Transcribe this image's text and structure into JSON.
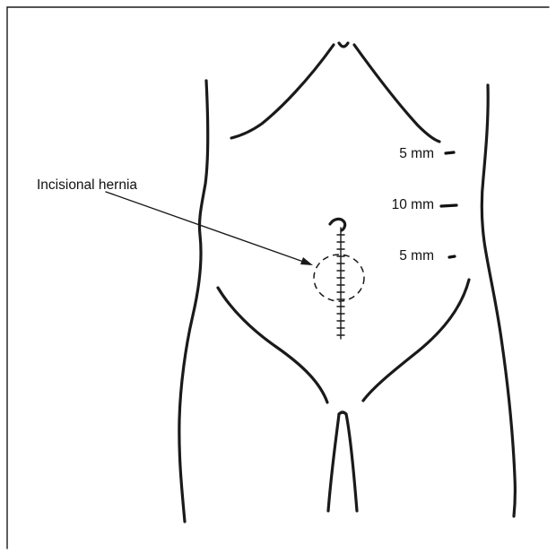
{
  "annotation": {
    "label": "Incisional hernia"
  },
  "trocar_ports": [
    {
      "label": "5 mm"
    },
    {
      "label": "10 mm"
    },
    {
      "label": "5 mm"
    }
  ],
  "colors": {
    "line": "#1a1a1a",
    "background": "#ffffff"
  }
}
